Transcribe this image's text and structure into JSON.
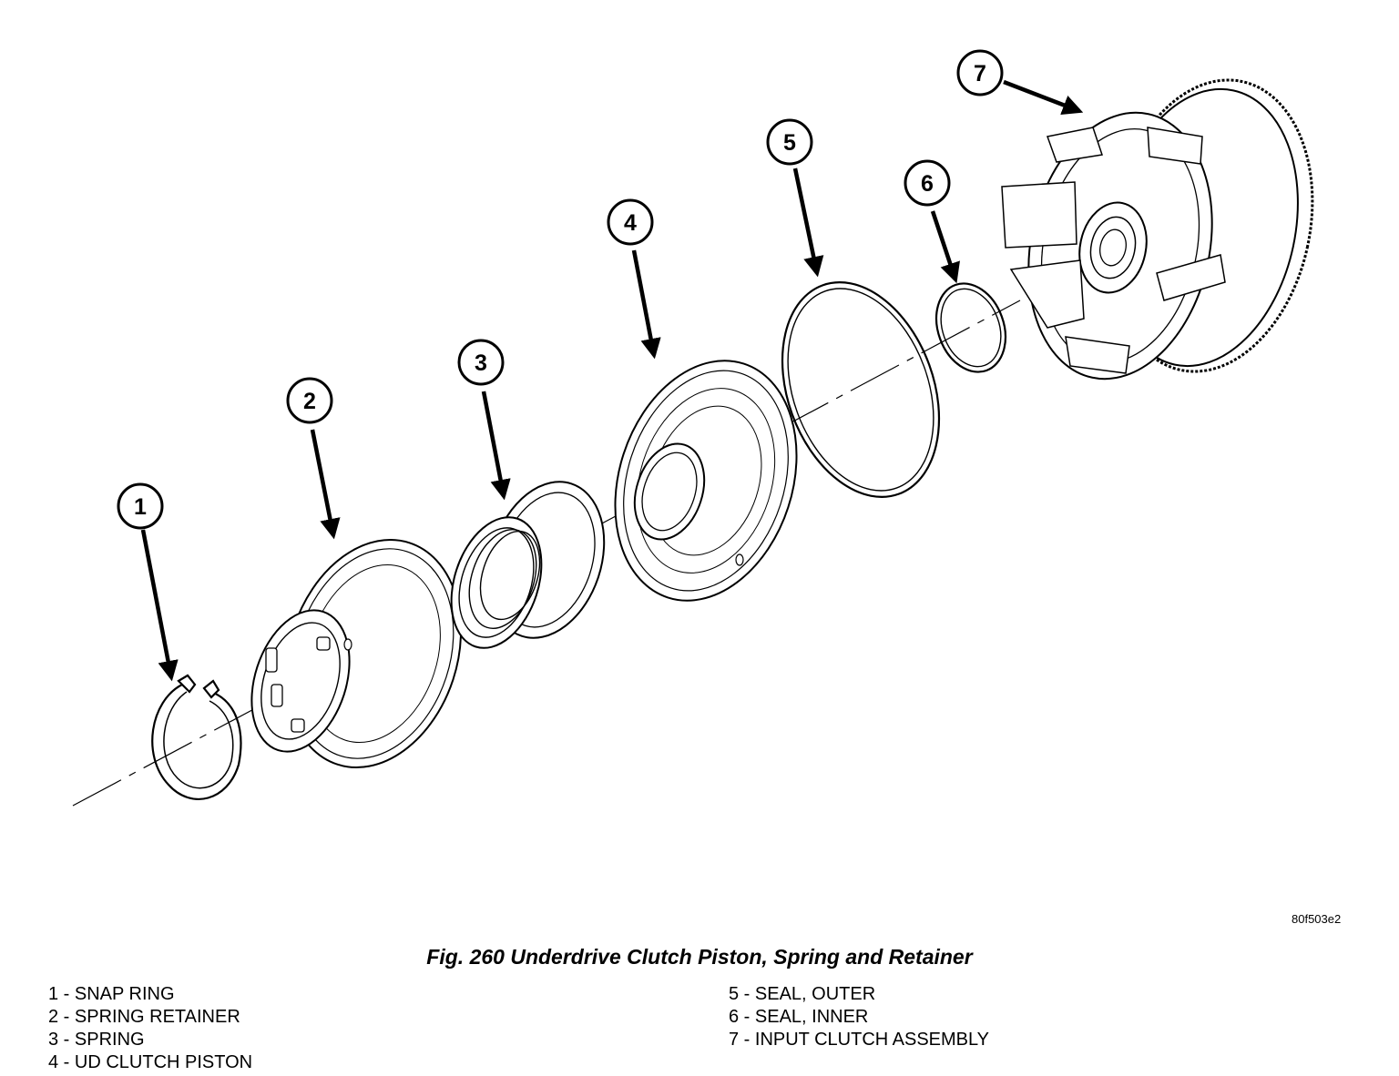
{
  "figure": {
    "caption": "Fig. 260 Underdrive Clutch Piston, Spring and Retainer",
    "ref_code": "80f503e2"
  },
  "callouts": [
    "1",
    "2",
    "3",
    "4",
    "5",
    "6",
    "7"
  ],
  "legend": {
    "left": [
      {
        "text": "1 - SNAP RING"
      },
      {
        "text": "2 - SPRING RETAINER"
      },
      {
        "text": "3 - SPRING"
      },
      {
        "text": "4 - UD CLUTCH PISTON"
      }
    ],
    "right": [
      {
        "text": "5 - SEAL, OUTER"
      },
      {
        "text": "6 - SEAL, INNER"
      },
      {
        "text": "7 - INPUT CLUTCH ASSEMBLY"
      }
    ]
  }
}
